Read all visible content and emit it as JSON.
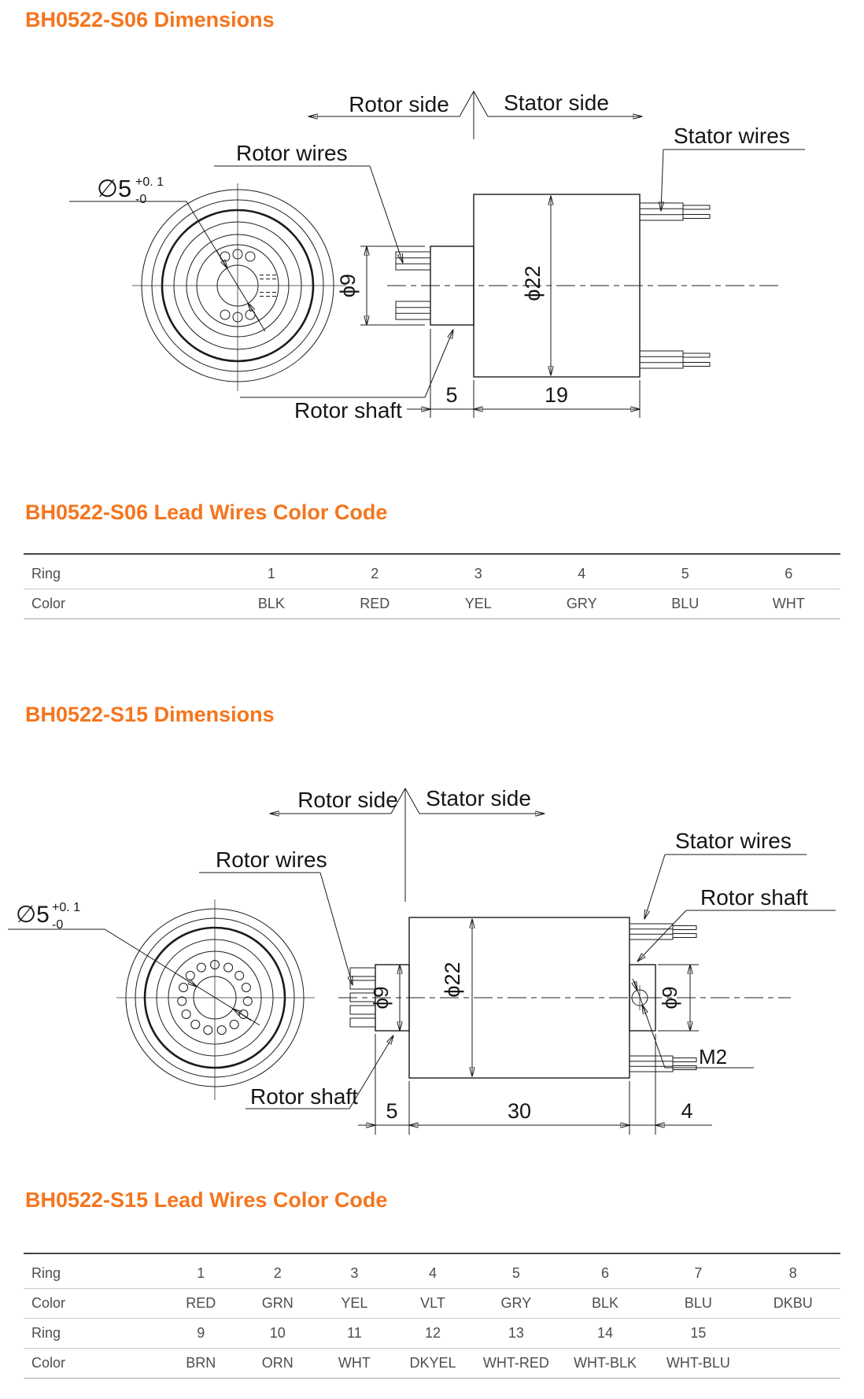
{
  "s06": {
    "title": "BH0522-S06 Dimensions",
    "table_title": "BH0522-S06 Lead Wires Color Code",
    "labels": {
      "rotor_side": "Rotor side",
      "stator_side": "Stator side",
      "rotor_wires": "Rotor wires",
      "stator_wires": "Stator wires",
      "rotor_shaft": "Rotor shaft"
    },
    "dims": {
      "bore": "∅5",
      "bore_tol_plus": "+0. 1",
      "bore_tol_minus": "-0",
      "shaft_dia": "ϕ9",
      "body_dia": "ϕ22",
      "shaft_len": "5",
      "body_len": "19"
    },
    "table": {
      "rows": [
        {
          "label": "Ring",
          "values": [
            "1",
            "2",
            "3",
            "4",
            "5",
            "6"
          ]
        },
        {
          "label": "Color",
          "values": [
            "BLK",
            "RED",
            "YEL",
            "GRY",
            "BLU",
            "WHT"
          ]
        }
      ]
    }
  },
  "s15": {
    "title": "BH0522-S15 Dimensions",
    "table_title": "BH0522-S15 Lead Wires Color Code",
    "labels": {
      "rotor_side": "Rotor side",
      "stator_side": "Stator side",
      "rotor_wires": "Rotor wires",
      "stator_wires": "Stator wires",
      "rotor_shaft": "Rotor shaft",
      "rotor_shaft_right": "Rotor shaft"
    },
    "dims": {
      "bore": "∅5",
      "bore_tol_plus": "+0. 1",
      "bore_tol_minus": "-0",
      "shaft_dia": "ϕ9",
      "body_dia": "ϕ22",
      "shaft_dia_right": "ϕ9",
      "shaft_len": "5",
      "body_len": "30",
      "shaft_len_right": "4",
      "thread": "M2"
    },
    "table": {
      "rows": [
        {
          "label": "Ring",
          "values": [
            "1",
            "2",
            "3",
            "4",
            "5",
            "6",
            "7",
            "8"
          ]
        },
        {
          "label": "Color",
          "values": [
            "RED",
            "GRN",
            "YEL",
            "VLT",
            "GRY",
            "BLK",
            "BLU",
            "DKBU"
          ]
        },
        {
          "label": "Ring",
          "values": [
            "9",
            "10",
            "11",
            "12",
            "13",
            "14",
            "15",
            ""
          ]
        },
        {
          "label": "Color",
          "values": [
            "BRN",
            "ORN",
            "WHT",
            "DKYEL",
            "WHT-RED",
            "WHT-BLK",
            "WHT-BLU",
            ""
          ]
        }
      ]
    }
  },
  "colors": {
    "accent": "#f5751d",
    "drawing_line": "#1b1b1b",
    "table_text": "#4d4d4d"
  }
}
